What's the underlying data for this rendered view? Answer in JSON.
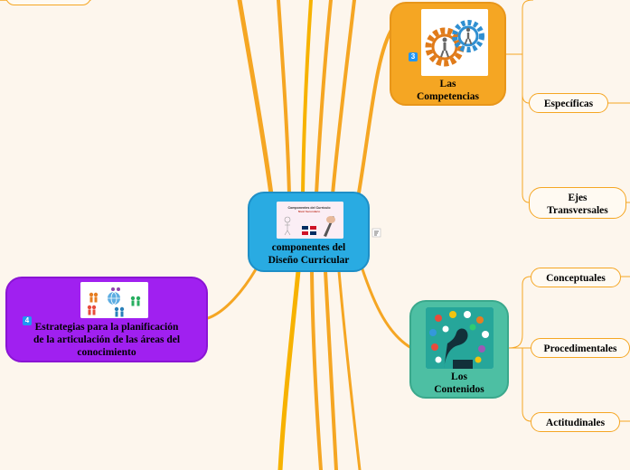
{
  "central": {
    "title": "componentes del Diseño Curricular",
    "thumb_caption": "Componentes del Currículo Nivel Secundario"
  },
  "competencias": {
    "title": "Las Competencias",
    "badge": "3"
  },
  "especificas": {
    "label": "Específicas"
  },
  "ejes": {
    "label": "Ejes Transversales"
  },
  "contenidos": {
    "title": "Los Contenidos"
  },
  "conceptuales": {
    "label": "Conceptuales"
  },
  "procedimentales": {
    "label": "Procedimentales"
  },
  "actitudinales": {
    "label": "Actitudinales"
  },
  "estrategias": {
    "title": "Estrategias para la planificación de la articulación de las áreas del conocimiento",
    "badge": "4"
  },
  "colors": {
    "central": "#29abe2",
    "competencias": "#f5a623",
    "contenidos": "#4dbfa3",
    "estrategias": "#a020f0",
    "branch": "#f5a623"
  }
}
